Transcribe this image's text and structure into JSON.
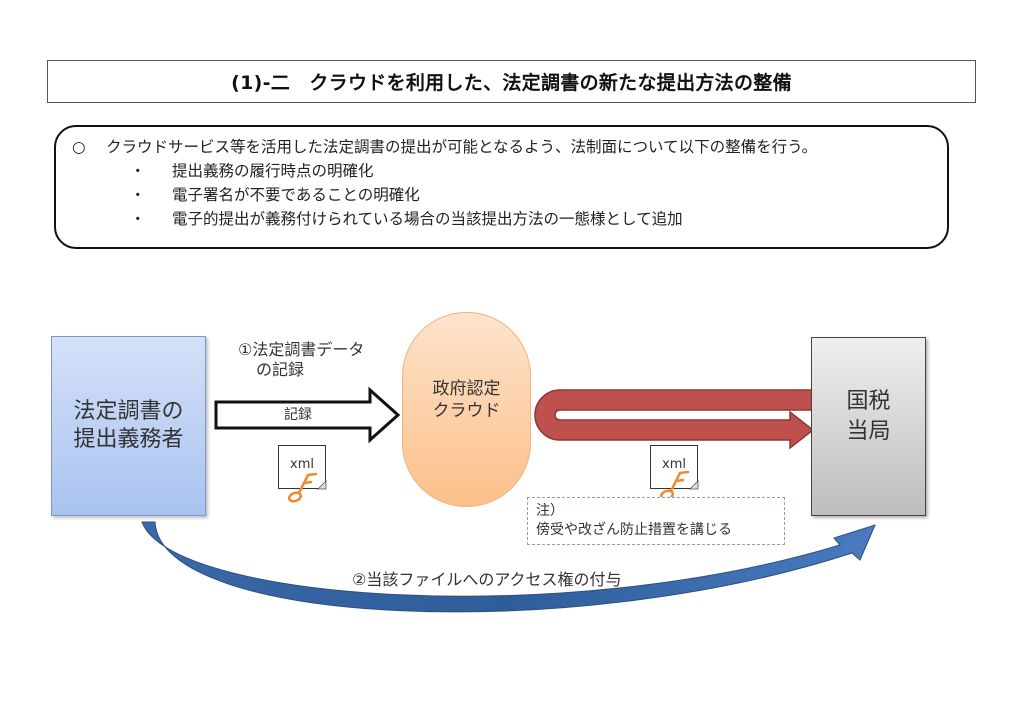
{
  "header": {
    "title": "(1)-二　クラウドを利用した、法定調書の新たな提出方法の整備"
  },
  "summary": {
    "lead_mark": "○",
    "lead_text": "クラウドサービス等を活用した法定調書の提出が可能となるよう、法制面について以下の整備を行う。",
    "bullet_mark": "・",
    "bullets": [
      "提出義務の履行時点の明確化",
      "電子署名が不要であることの明確化",
      "電子的提出が義務付けられている場合の当該提出方法の一態様として追加"
    ]
  },
  "diagram": {
    "nodes": {
      "filer": {
        "line1": "法定調書の",
        "line2": "提出義務者"
      },
      "cloud": {
        "line1": "政府認定",
        "line2": "クラウド"
      },
      "tax_authority": {
        "line1": "国税",
        "line2": "当局"
      }
    },
    "step1_label": {
      "line1": "①法定調書データ",
      "line2": "の記録"
    },
    "record_arrow_label": "記録",
    "step2_label": "②当該ファイルへのアクセス権の付与",
    "xml_file_label": "xml",
    "note": {
      "line1": "注）",
      "line2": "傍受や改ざん防止措置を講じる"
    },
    "colors": {
      "filer_fill": "#a9c3f0",
      "cloud_fill": "#fbc08a",
      "tax_fill": "#bdbdbd",
      "red_arrow": "#c0504d",
      "blue_arrow": "#3a68a8",
      "key": "#f08a2c"
    }
  }
}
